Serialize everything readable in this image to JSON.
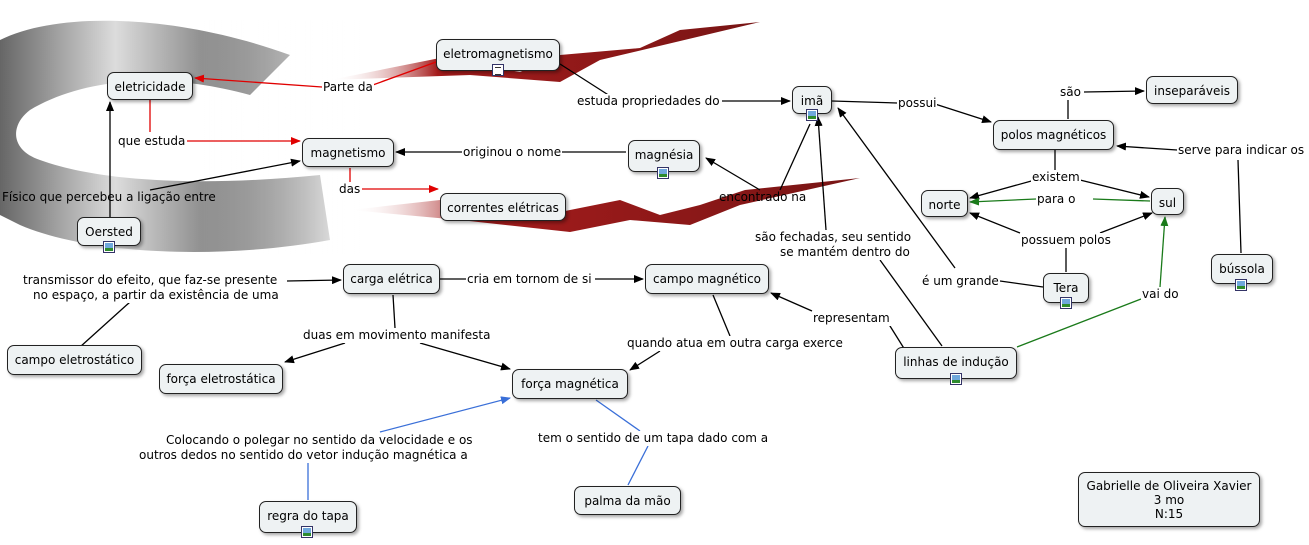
{
  "nodes": {
    "eletromagnetismo": "eletromagnetismo",
    "eletricidade": "eletricidade",
    "magnetismo": "magnetismo",
    "magnesia": "magnésia",
    "correntes_eletricas": "correntes elétricas",
    "ima": "imã",
    "polos_magneticos": "polos magnéticos",
    "inseparaveis": "inseparáveis",
    "norte": "norte",
    "sul": "sul",
    "tera": "Tera",
    "bussola": "bússola",
    "oersted": "Oersted",
    "carga_eletrica": "carga elétrica",
    "campo_magnetico": "campo magnético",
    "campo_eletrostatico": "campo eletrostático",
    "forca_eletrostatica": "força eletrostática",
    "forca_magnetica": "força magnética",
    "linhas_de_inducao": "linhas de indução",
    "regra_do_tapa": "regra do tapa",
    "palma_da_mao": "palma da mão"
  },
  "links": {
    "parte_da": "Parte da",
    "estuda_propriedades_do": "estuda propriedades do",
    "possui": "possui",
    "sao": "são",
    "que_estuda": "que estuda",
    "originou_o_nome": "originou o nome",
    "das": "das",
    "encontrado_na": "encontrado na",
    "existem": "existem",
    "para_o": "para o",
    "possuem_polos": "possuem polos",
    "serve_para_indicar_os": "serve para indicar os",
    "fisico_que_percebeu": "Físico que percebeu a ligação entre",
    "sao_fechadas_1": "são fechadas, seu sentido",
    "sao_fechadas_2": "se mantém dentro do",
    "e_um_grande": "é um grande",
    "vai_do": "vai do",
    "transmissor_1": "transmissor do efeito, que faz-se presente",
    "transmissor_2": "no espaço, a partir da existência de uma",
    "cria_em_tornom_de_si": "cria em tornom de si",
    "representam": "representam",
    "duas_em_movimento_manifesta": "duas em movimento manifesta",
    "quando_atua": "quando atua em outra carga exerce",
    "colocando_1": "Colocando o polegar no sentido da velocidade e os",
    "colocando_2": "outros dedos no sentido do vetor indução magnética a",
    "tem_o_sentido": "tem o sentido de um tapa dado com a"
  },
  "author": {
    "name": "Gabrielle de Oliveira Xavier",
    "class": "3 mo",
    "number": "N:15"
  },
  "icons": {
    "eletromagnetismo": "document-icon",
    "media": "image-icon"
  },
  "colors": {
    "arrow_black": "#000000",
    "arrow_red": "#e00000",
    "arrow_green": "#1a7a1a",
    "arrow_blue": "#3a6fd8",
    "node_fill": "#eef2f3"
  }
}
